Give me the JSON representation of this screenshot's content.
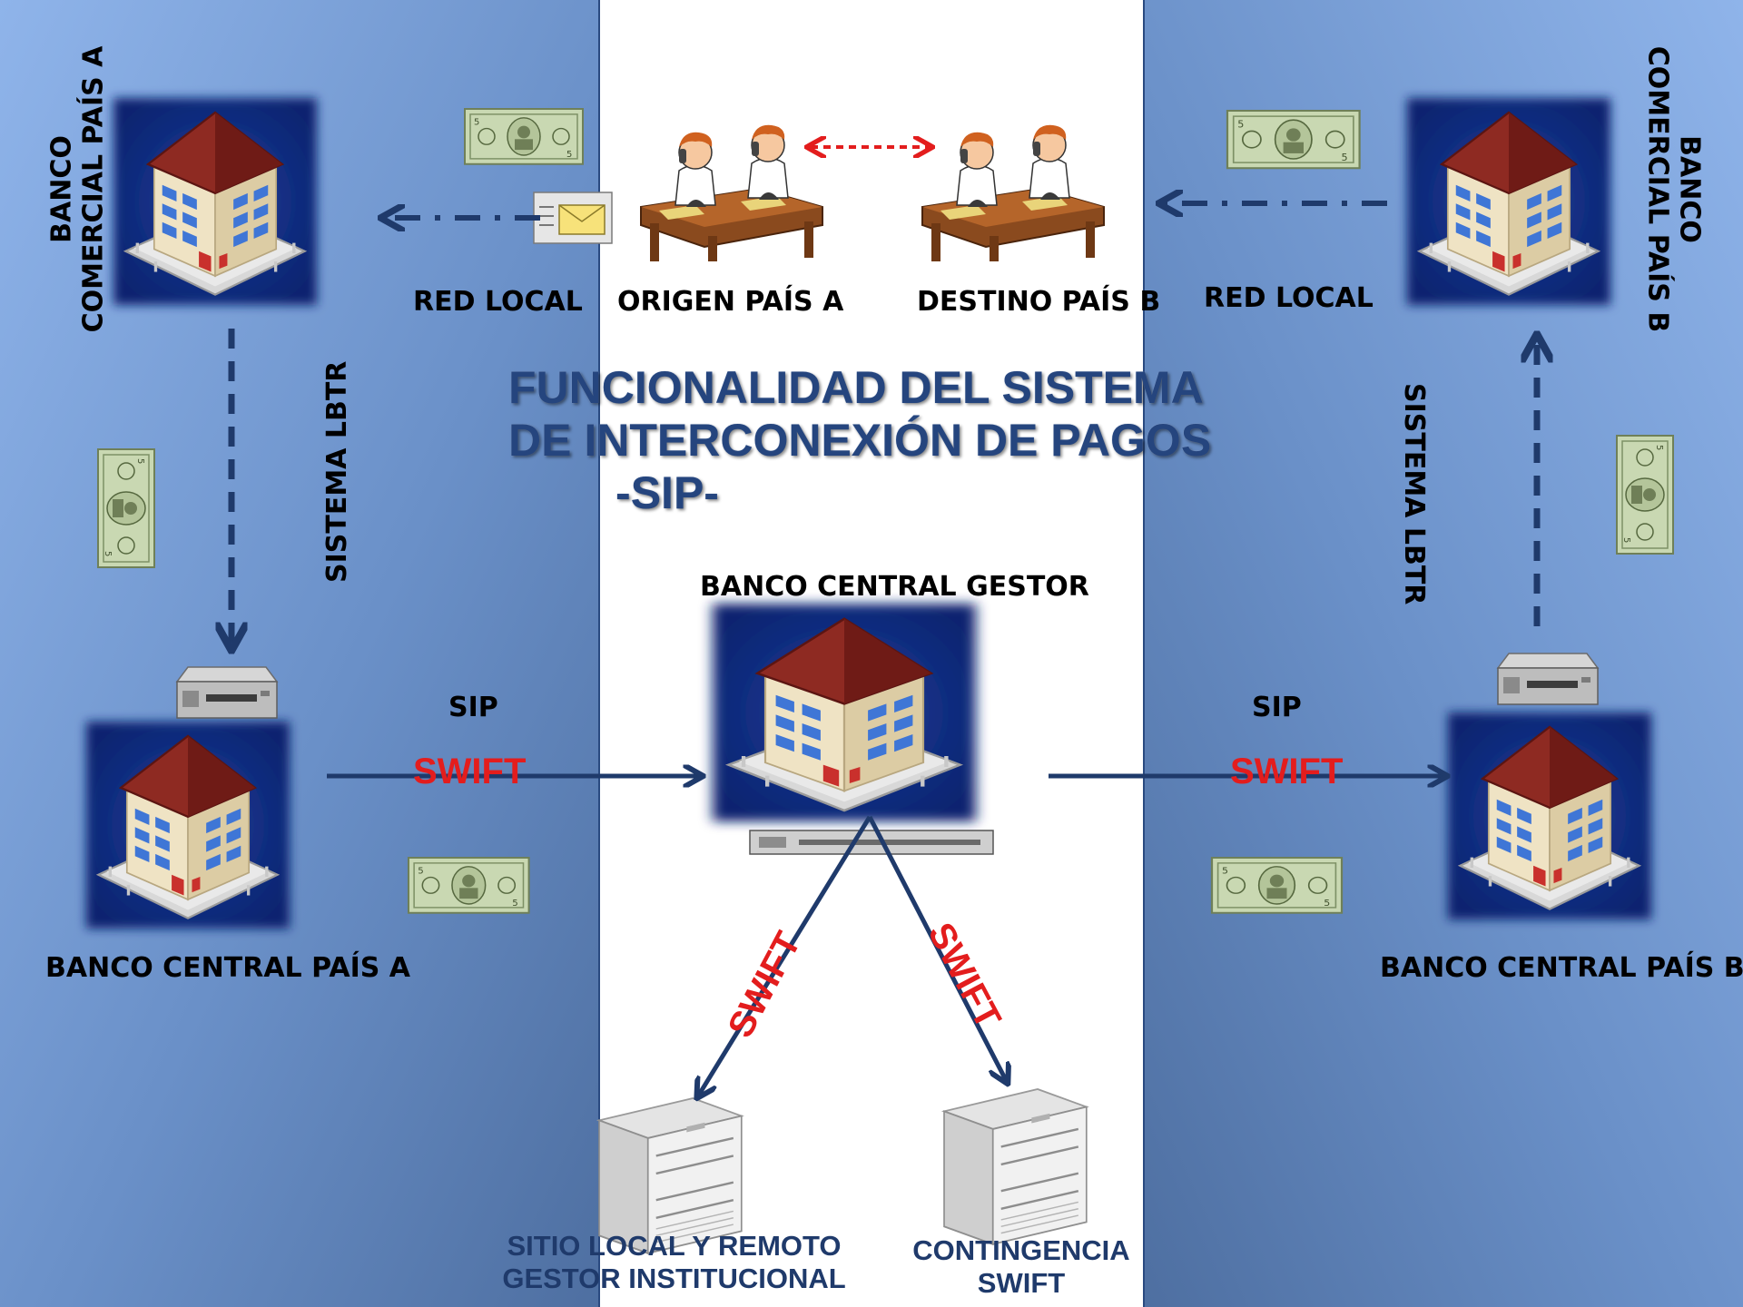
{
  "title": {
    "line1": "FUNCIONALIDAD DEL SISTEMA",
    "line2": "DE INTERCONEXIÓN DE PAGOS",
    "line3": "-SIP-"
  },
  "labels": {
    "banco_comercial_a_line1": "BANCO",
    "banco_comercial_a_line2": "COMERCIAL PAÍS  A",
    "banco_comercial_b_line1": "BANCO",
    "banco_comercial_b_line2": "COMERCIAL PAÍS  B",
    "red_local_a": "RED LOCAL",
    "red_local_b": "RED LOCAL",
    "origen": "ORIGEN PAÍS A",
    "destino": "DESTINO PAÍS B",
    "sistema_lbtr_a": "SISTEMA LBTR",
    "sistema_lbtr_b": "SISTEMA LBTR",
    "banco_central_gestor": "BANCO CENTRAL GESTOR",
    "sip_a": "SIP",
    "sip_b": "SIP",
    "swift_a": "SWIFT",
    "swift_b": "SWIFT",
    "swift_down_left": "SWIFT",
    "swift_down_right": "SWIFT",
    "banco_central_a": "BANCO CENTRAL PAÍS A",
    "banco_central_b": "BANCO CENTRAL PAÍS B",
    "sitio_line1": "SITIO LOCAL Y REMOTO",
    "sitio_line2": "GESTOR INSTITUCIONAL",
    "contingencia_line1": "CONTINGENCIA",
    "contingencia_line2": "SWIFT"
  },
  "colors": {
    "side_panel_light": "#86ace2",
    "side_panel_dark": "#4f70a2",
    "center_panel": "#ffffff",
    "arrow": "#1f3a6b",
    "swift_text": "#e31d1d",
    "title_text": "#25457e"
  },
  "icons": [
    "building-icon",
    "banknote-icon",
    "mail-icon",
    "phone-operator-icon",
    "modem-icon",
    "rack-server-icon",
    "server-cabinet-icon"
  ]
}
